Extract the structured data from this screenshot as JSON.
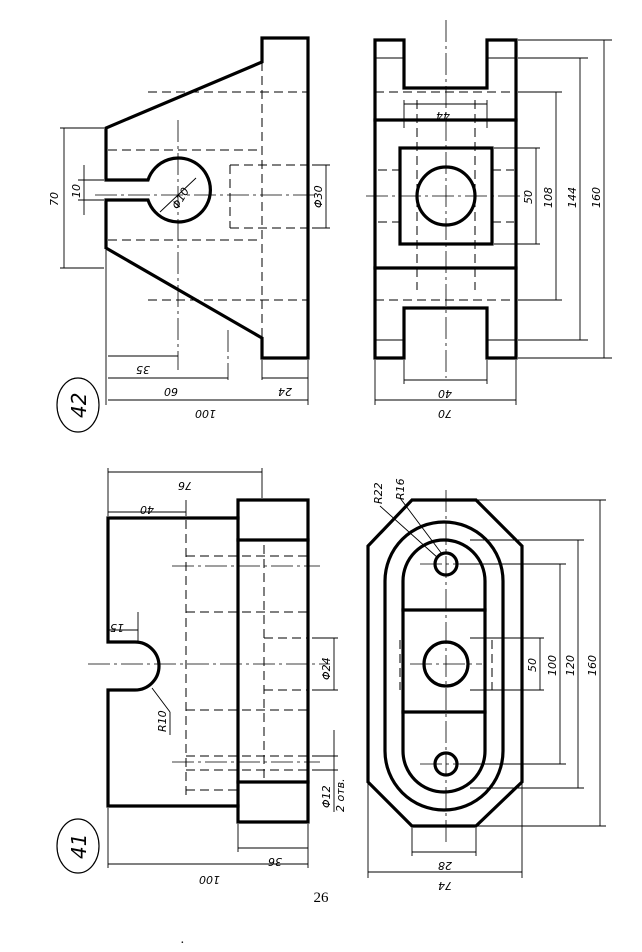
{
  "drawings": [
    {
      "number": "42",
      "dims": {
        "d70": "70",
        "d10": "10",
        "phi10": "Φ10",
        "phi30": "Φ30",
        "d35": "35",
        "d60": "60",
        "d100": "100",
        "d24": "24",
        "d44": "44",
        "d50": "50",
        "d108": "108",
        "d144": "144",
        "d160": "160",
        "d40": "40",
        "d70b": "70"
      }
    },
    {
      "number": "41",
      "dims": {
        "d76": "76",
        "d40": "40",
        "d15": "15",
        "r10": "R10",
        "phi24": "Φ24",
        "phi12": "Φ12",
        "holes": "2 отв.",
        "d36": "36",
        "d100": "100",
        "r22": "R22",
        "r16": "R16",
        "d50": "50",
        "d100b": "100",
        "d120": "120",
        "d160": "160",
        "d28": "28",
        "d74": "74"
      }
    }
  ],
  "page_number": "26",
  "stray_mark": "·"
}
